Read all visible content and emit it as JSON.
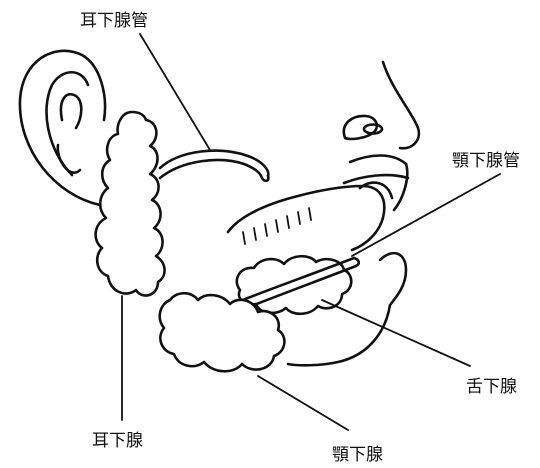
{
  "labels": {
    "parotid_duct": "耳下腺管",
    "submandibular_duct": "顎下腺管",
    "sublingual_gland": "舌下腺",
    "parotid_gland": "耳下腺",
    "submandibular_gland": "顎下腺"
  },
  "colors": {
    "ink": "#111111",
    "background": "#ffffff"
  }
}
